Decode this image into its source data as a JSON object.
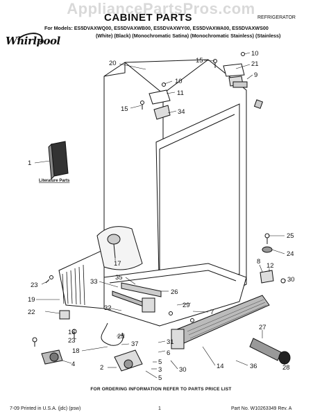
{
  "watermark": "AppliancePartsPros.com",
  "header": {
    "title": "CABINET PARTS",
    "subtitle": "REFRIGERATOR",
    "models": "For Models: ES5DVAXWQ00, ES5DVAXWB00, ES5DVAXWY00, ES5DVAXWA00, ES5DVAXWS00",
    "colors": "(White)       (Black) (Monochromatic Satina) (Monochromatic Stainless) (Stainless)",
    "logo": "Whirlpool"
  },
  "literature_label": "Literature Parts",
  "callouts": [
    "20",
    "15",
    "10",
    "21",
    "9",
    "10",
    "11",
    "15",
    "34",
    "1",
    "17",
    "25",
    "24",
    "8",
    "12",
    "23",
    "33",
    "35",
    "26",
    "30",
    "19",
    "22",
    "32",
    "29",
    "7",
    "16",
    "23",
    "25",
    "37",
    "27",
    "18",
    "31",
    "6",
    "5",
    "3",
    "30",
    "28",
    "4",
    "2",
    "5",
    "14",
    "36"
  ],
  "footer": {
    "ordering": "FOR ORDERING INFORMATION REFER TO PARTS PRICE LIST",
    "printed": "7-09 Printed in U.S.A. (jdc) (psw)",
    "page": "1",
    "part_no": "Part No. W10263349 Rev. A"
  }
}
